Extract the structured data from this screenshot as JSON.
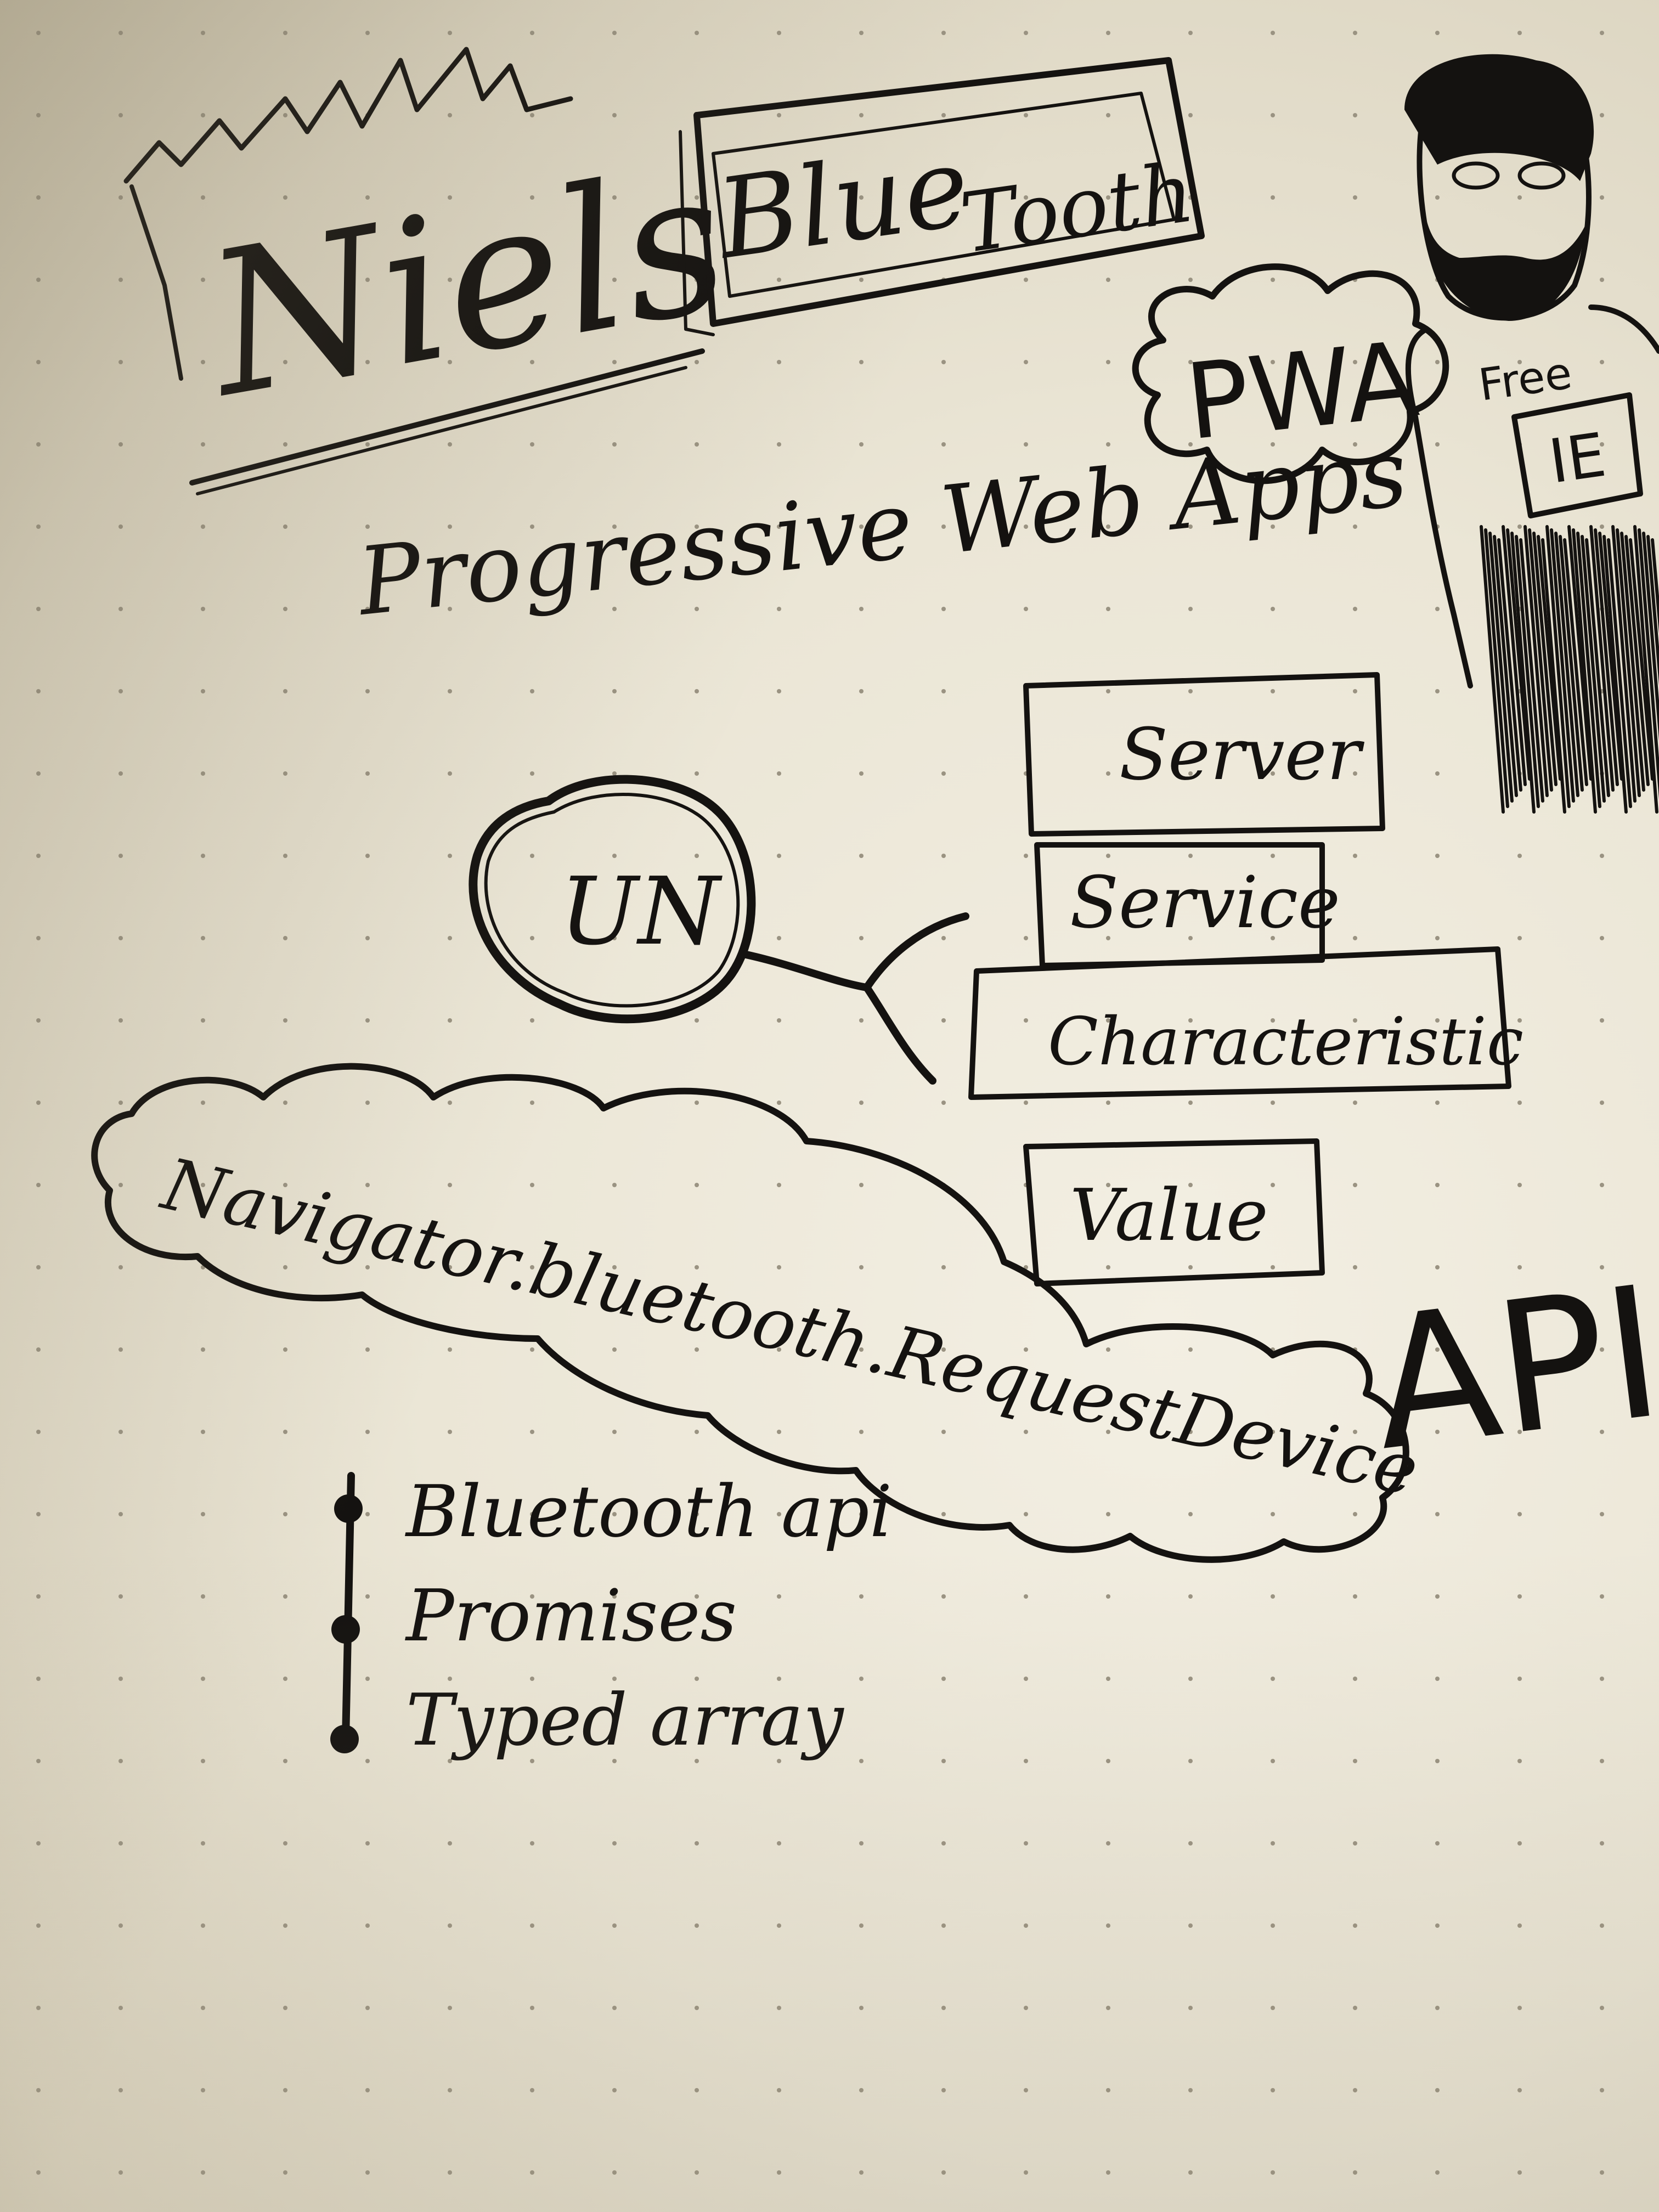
{
  "title": {
    "name": "Niels",
    "tag_part1": "Blue",
    "tag_part2": "Tooth"
  },
  "subtitle": "Progressive Web Apps",
  "pwa_bubble": "PWA",
  "character": {
    "shirt_text_top": "Free",
    "shirt_text_box": "IE"
  },
  "diagram": {
    "device_bubble": "UN",
    "stack": [
      {
        "label": "Server"
      },
      {
        "label": "Service"
      },
      {
        "label": "Characteristic"
      },
      {
        "label": "Value"
      }
    ]
  },
  "code_cloud": {
    "line1": "Navigator.bluetooth.RequestDevice"
  },
  "api_label": "API",
  "list": {
    "items": [
      "Bluetooth api",
      "Promises",
      "Typed array"
    ]
  }
}
